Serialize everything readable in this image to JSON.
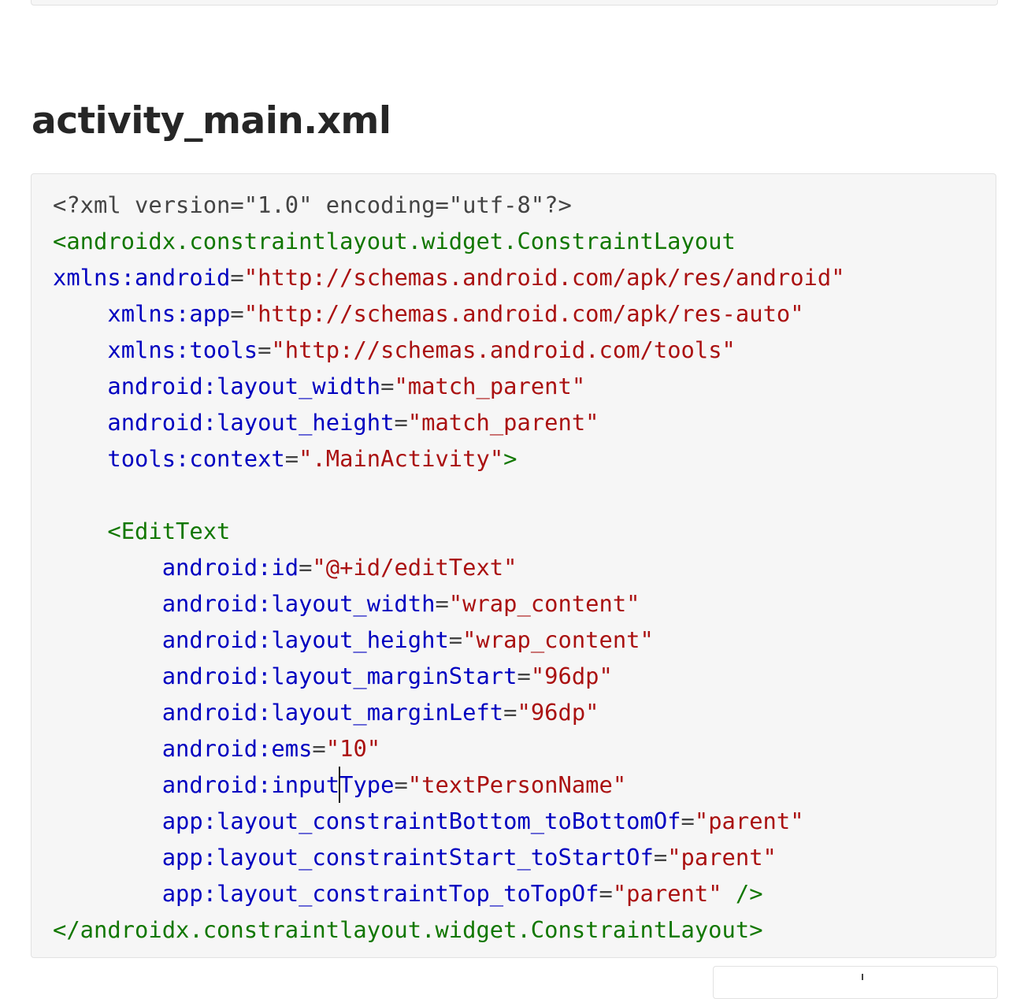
{
  "heading": "activity_main.xml",
  "code": {
    "lines": [
      [
        {
          "t": "pi",
          "v": "<?xml version=\"1.0\" encoding=\"utf-8\"?>"
        }
      ],
      [
        {
          "t": "tag",
          "v": "<androidx.constraintlayout.widget.ConstraintLayout"
        }
      ],
      [
        {
          "t": "attr",
          "v": "xmlns:android"
        },
        {
          "t": "eq",
          "v": "="
        },
        {
          "t": "str",
          "v": "\"http://schemas.android.com/apk/res/android\""
        }
      ],
      [
        {
          "t": "ws",
          "v": "    "
        },
        {
          "t": "attr",
          "v": "xmlns:app"
        },
        {
          "t": "eq",
          "v": "="
        },
        {
          "t": "str",
          "v": "\"http://schemas.android.com/apk/res-auto\""
        }
      ],
      [
        {
          "t": "ws",
          "v": "    "
        },
        {
          "t": "attr",
          "v": "xmlns:tools"
        },
        {
          "t": "eq",
          "v": "="
        },
        {
          "t": "str",
          "v": "\"http://schemas.android.com/tools\""
        }
      ],
      [
        {
          "t": "ws",
          "v": "    "
        },
        {
          "t": "attr",
          "v": "android:layout_width"
        },
        {
          "t": "eq",
          "v": "="
        },
        {
          "t": "str",
          "v": "\"match_parent\""
        }
      ],
      [
        {
          "t": "ws",
          "v": "    "
        },
        {
          "t": "attr",
          "v": "android:layout_height"
        },
        {
          "t": "eq",
          "v": "="
        },
        {
          "t": "str",
          "v": "\"match_parent\""
        }
      ],
      [
        {
          "t": "ws",
          "v": "    "
        },
        {
          "t": "attr",
          "v": "tools:context"
        },
        {
          "t": "eq",
          "v": "="
        },
        {
          "t": "str",
          "v": "\".MainActivity\""
        },
        {
          "t": "tag",
          "v": ">"
        }
      ],
      [],
      [
        {
          "t": "ws",
          "v": "    "
        },
        {
          "t": "tag",
          "v": "<EditText"
        }
      ],
      [
        {
          "t": "ws",
          "v": "        "
        },
        {
          "t": "attr",
          "v": "android:id"
        },
        {
          "t": "eq",
          "v": "="
        },
        {
          "t": "str",
          "v": "\"@+id/editText\""
        }
      ],
      [
        {
          "t": "ws",
          "v": "        "
        },
        {
          "t": "attr",
          "v": "android:layout_width"
        },
        {
          "t": "eq",
          "v": "="
        },
        {
          "t": "str",
          "v": "\"wrap_content\""
        }
      ],
      [
        {
          "t": "ws",
          "v": "        "
        },
        {
          "t": "attr",
          "v": "android:layout_height"
        },
        {
          "t": "eq",
          "v": "="
        },
        {
          "t": "str",
          "v": "\"wrap_content\""
        }
      ],
      [
        {
          "t": "ws",
          "v": "        "
        },
        {
          "t": "attr",
          "v": "android:layout_marginStart"
        },
        {
          "t": "eq",
          "v": "="
        },
        {
          "t": "str",
          "v": "\"96dp\""
        }
      ],
      [
        {
          "t": "ws",
          "v": "        "
        },
        {
          "t": "attr",
          "v": "android:layout_marginLeft"
        },
        {
          "t": "eq",
          "v": "="
        },
        {
          "t": "str",
          "v": "\"96dp\""
        }
      ],
      [
        {
          "t": "ws",
          "v": "        "
        },
        {
          "t": "attr",
          "v": "android:ems"
        },
        {
          "t": "eq",
          "v": "="
        },
        {
          "t": "str",
          "v": "\"10\""
        }
      ],
      [
        {
          "t": "ws",
          "v": "        "
        },
        {
          "t": "attr",
          "v": "android:inputType"
        },
        {
          "t": "eq",
          "v": "="
        },
        {
          "t": "str",
          "v": "\"textPersonName\""
        }
      ],
      [
        {
          "t": "ws",
          "v": "        "
        },
        {
          "t": "attr",
          "v": "app:layout_constraintBottom_toBottomOf"
        },
        {
          "t": "eq",
          "v": "="
        },
        {
          "t": "str",
          "v": "\"parent\""
        }
      ],
      [
        {
          "t": "ws",
          "v": "        "
        },
        {
          "t": "attr",
          "v": "app:layout_constraintStart_toStartOf"
        },
        {
          "t": "eq",
          "v": "="
        },
        {
          "t": "str",
          "v": "\"parent\""
        }
      ],
      [
        {
          "t": "ws",
          "v": "        "
        },
        {
          "t": "attr",
          "v": "app:layout_constraintTop_toTopOf"
        },
        {
          "t": "eq",
          "v": "="
        },
        {
          "t": "str",
          "v": "\"parent\""
        },
        {
          "t": "tag",
          "v": " />"
        }
      ],
      [
        {
          "t": "tag",
          "v": "</androidx.constraintlayout.widget.ConstraintLayout>"
        }
      ]
    ]
  },
  "colors": {
    "tag": "#117700",
    "attr": "#0000c0",
    "string": "#aa1111",
    "text": "#444444",
    "heading": "#262626",
    "code_bg": "#f6f6f6"
  }
}
